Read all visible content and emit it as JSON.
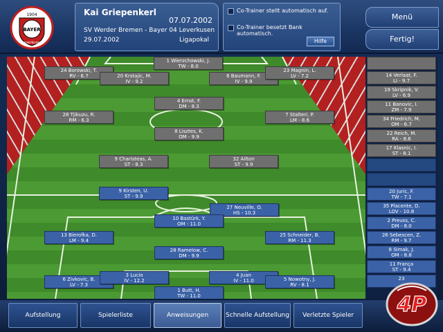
{
  "header": {
    "coach_name": "Kai Griepenkerl",
    "current_date": "07.07.2002",
    "match": "SV Werder Bremen - Bayer 04 Leverkusen",
    "match_date": "29.07.2002",
    "competition": "Ligapokal"
  },
  "club_logo": {
    "top_text": "1904",
    "name": "BAYER",
    "bottom_text": "Leverkusen",
    "icon": "club-crest-icon"
  },
  "options": {
    "cotrainer_lineup": "Co-Trainer stellt automatisch auf.",
    "cotrainer_bench": "Co-Trainer besetzt Bank automatisch.",
    "help": "Hilfe"
  },
  "menu_button": "Menü",
  "finish_button": "Fertig!",
  "players": [
    {
      "name": "1 Wierzchowski, J.",
      "stat": "TW - 8.0",
      "team": "home"
    },
    {
      "name": "24 Borowski, T.",
      "stat": "RV - 6.7",
      "team": "home"
    },
    {
      "name": "20 Krstajic, M.",
      "stat": "IV - 9.2",
      "team": "home"
    },
    {
      "name": "6 Baumann, F.",
      "stat": "IV - 9.9",
      "team": "home"
    },
    {
      "name": "23 Magnin, L.",
      "stat": "LV - 7.2",
      "team": "home"
    },
    {
      "name": "4 Ernst, F.",
      "stat": "DM - 8.3",
      "team": "home"
    },
    {
      "name": "28 Tjikuzu, R.",
      "stat": "RM - 6.3",
      "team": "home"
    },
    {
      "name": "7 Stalteri, P.",
      "stat": "LM - 8.6",
      "team": "home"
    },
    {
      "name": "8 Lisztes, K.",
      "stat": "OM - 9.9",
      "team": "home"
    },
    {
      "name": "9 Charisteas, A.",
      "stat": "ST - 8.3",
      "team": "home"
    },
    {
      "name": "32 Ailton",
      "stat": "ST - 9.9",
      "team": "home"
    },
    {
      "name": "9 Kirsten, U.",
      "stat": "ST - 9.9",
      "team": "away"
    },
    {
      "name": "27 Neuville, O.",
      "stat": "HS - 10.3",
      "team": "away"
    },
    {
      "name": "10 Bastürk, Y.",
      "stat": "OM - 11.0",
      "team": "away"
    },
    {
      "name": "13 Bierofka, D.",
      "stat": "LM - 9.4",
      "team": "away"
    },
    {
      "name": "25 Schneider, B.",
      "stat": "RM - 11.3",
      "team": "away"
    },
    {
      "name": "28 Ramelow, C.",
      "stat": "DM - 9.9",
      "team": "away"
    },
    {
      "name": "6 Zivkovic, B.",
      "stat": "LV - 7.3",
      "team": "away"
    },
    {
      "name": "3 Lucio",
      "stat": "IV - 12.2",
      "team": "away"
    },
    {
      "name": "4 Juan",
      "stat": "IV - 11.0",
      "team": "away"
    },
    {
      "name": "5 Nowotny, J.",
      "stat": "RV - 8.1",
      "team": "away"
    },
    {
      "name": "1 Butt, H.",
      "stat": "TW - 11.0",
      "team": "away"
    }
  ],
  "bench": [
    {
      "name": "",
      "stat": "",
      "team": "home"
    },
    {
      "name": "14 Verlaat, F.",
      "stat": "LI - 9.7",
      "team": "home"
    },
    {
      "name": "19 Skripnik, V.",
      "stat": "LV - 6.9",
      "team": "home"
    },
    {
      "name": "11 Banovic, I.",
      "stat": "ZM - 7.9",
      "team": "home"
    },
    {
      "name": "34 Friedrich, M.",
      "stat": "OM - 6.7",
      "team": "home"
    },
    {
      "name": "22 Reich, M.",
      "stat": "RA - 8.6",
      "team": "home"
    },
    {
      "name": "17 Klasnic, I.",
      "stat": "ST - 8.1",
      "team": "home"
    },
    {
      "name": "",
      "stat": "",
      "team": "empty"
    },
    {
      "name": "",
      "stat": "",
      "team": "empty"
    },
    {
      "name": "20 Juric, F.",
      "stat": "TW - 7.1",
      "team": "away"
    },
    {
      "name": "35 Placente, D.",
      "stat": "LOV - 10.8",
      "team": "away"
    },
    {
      "name": "2 Preuss, C.",
      "stat": "DM - 8.0",
      "team": "away"
    },
    {
      "name": "26 Sebescen, Z.",
      "stat": "RM - 9.7",
      "team": "away"
    },
    {
      "name": "8 Simak, J.",
      "stat": "OM - 8.8",
      "team": "away"
    },
    {
      "name": "11 França",
      "stat": "ST - 9.4",
      "team": "away"
    },
    {
      "name": "23",
      "stat": "",
      "team": "away"
    }
  ],
  "tabs": [
    {
      "label": "Aufstellung",
      "active": false
    },
    {
      "label": "Spielerliste",
      "active": false
    },
    {
      "label": "Anweisungen",
      "active": true
    },
    {
      "label": "Schnelle Aufstellung",
      "active": false
    },
    {
      "label": "Verletzte Spieler",
      "active": false
    }
  ],
  "brand_logo": {
    "text": "4P",
    "icon": "brand-4p-icon"
  },
  "colors": {
    "home_chip": "#6f6f6f",
    "away_chip": "#3b62a6",
    "pitch": "#4b9a33",
    "track": "#b32020",
    "panel": "#22447a"
  }
}
